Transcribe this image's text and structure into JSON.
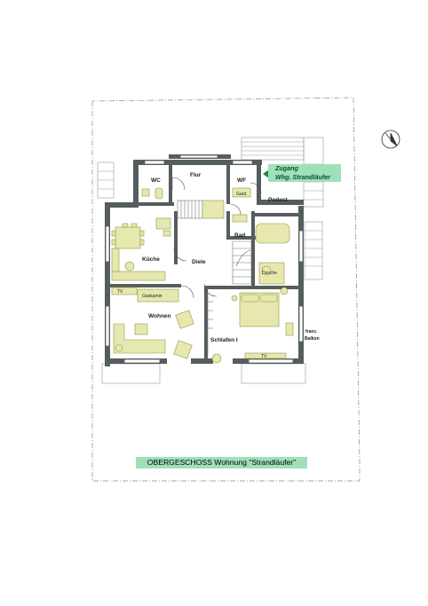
{
  "plan": {
    "title": "OBERGESCHOSS Wohnung \"Strandläufer\"",
    "entrance": {
      "line1": "Zugang",
      "line2": "Whg.  Strandläufer"
    },
    "rooms": {
      "wc": "WC",
      "flur": "Flur",
      "wf": "WF",
      "gard": "Gard.",
      "podest": "Podest",
      "bad": "Bad",
      "kueche": "Küche",
      "diele": "Diele",
      "dusche": "Dusche",
      "wohnen": "Wohnen",
      "schlafen": "Schlafen I",
      "balkon_line1": "franz.",
      "balkon_line2": "Balkon",
      "gaskamin": "Gaskamin",
      "tv": "TV",
      "tv2": "TV"
    },
    "colors": {
      "wall": "#555d5d",
      "furniture": "#e6e8b0",
      "furniture_stroke": "#8f9a3d",
      "caption_bg": "#9fe0b8",
      "north_arrow": "#333333"
    }
  }
}
